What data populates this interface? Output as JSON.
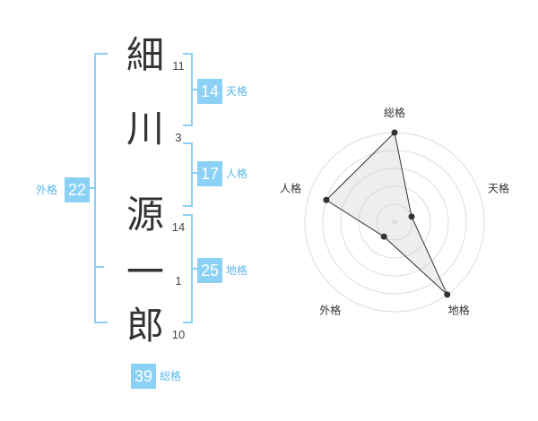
{
  "name": {
    "chars": [
      {
        "char": "細",
        "strokes": "11"
      },
      {
        "char": "川",
        "strokes": "3"
      },
      {
        "char": "源",
        "strokes": "14"
      },
      {
        "char": "一",
        "strokes": "1"
      },
      {
        "char": "郎",
        "strokes": "10"
      }
    ]
  },
  "fortunes": {
    "tenkaku": {
      "value": "14",
      "label": "天格"
    },
    "jinkaku": {
      "value": "17",
      "label": "人格"
    },
    "chikaku": {
      "value": "25",
      "label": "地格"
    },
    "gaikaku": {
      "value": "22",
      "label": "外格"
    },
    "soukaku": {
      "value": "39",
      "label": "総格"
    }
  },
  "colors": {
    "accent": "#8bd0f5",
    "accent_text": "#5bb8ea",
    "bracket": "#8bd0f5"
  },
  "chart_data": {
    "type": "radar",
    "axes": [
      "総格",
      "天格",
      "地格",
      "外格",
      "人格"
    ],
    "values": [
      5,
      1,
      5,
      1,
      4
    ],
    "max": 5,
    "rings": 5
  }
}
